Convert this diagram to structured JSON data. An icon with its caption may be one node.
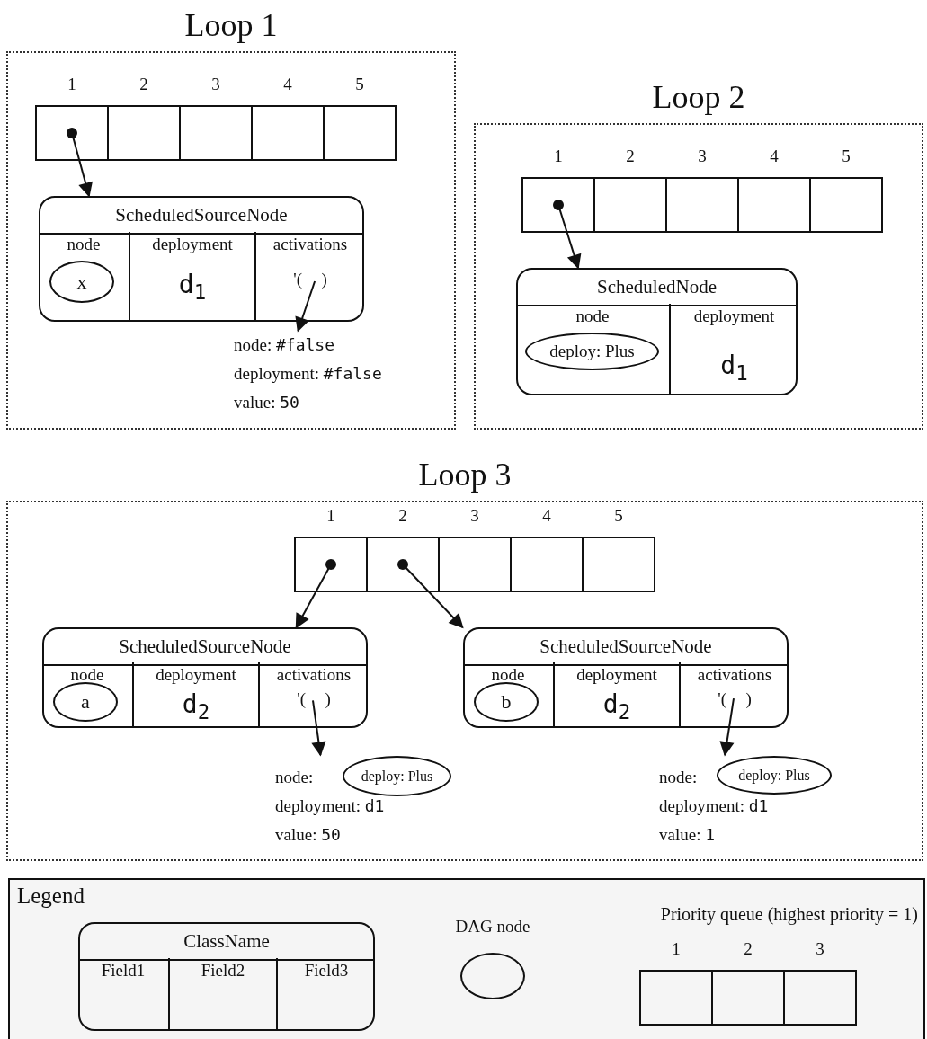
{
  "diagram": {
    "nodes": [
      {
        "text": [
          "Loop 1"
        ]
      },
      {
        "text": [],
        "shape": "box",
        "beside": [
          "1"
        ],
        "in": 0
      },
      {
        "text": [],
        "shape": "box",
        "beside": [
          "2"
        ],
        "in": 0
      },
      {
        "text": [],
        "shape": "box",
        "beside": [
          "3"
        ],
        "in": 0
      },
      {
        "text": [],
        "shape": "box",
        "beside": [
          "4"
        ],
        "in": 0
      },
      {
        "text": [],
        "shape": "box",
        "beside": [
          "5"
        ],
        "in": 0
      },
      {
        "text": [
          "ScheduledSourceNode"
        ],
        "in": 0
      },
      {
        "text": [
          "node"
        ],
        "in": 6
      },
      {
        "text": [
          "x"
        ],
        "in": 7
      },
      {
        "text": [
          "deployment",
          "d$_{1}$"
        ],
        "in": 6
      },
      {
        "text": [
          "activations",
          "'(  )"
        ],
        "in": 6
      },
      {
        "text": [
          "node: #false",
          "deployment: #false",
          "value: 50"
        ],
        "in": 0
      },
      {
        "text": [
          "Loop 2"
        ]
      },
      {
        "text": [],
        "shape": "box",
        "beside": [
          "1"
        ],
        "in": 12
      },
      {
        "text": [],
        "shape": "box",
        "beside": [
          "2"
        ],
        "in": 12
      },
      {
        "text": [],
        "shape": "box",
        "beside": [
          "3"
        ],
        "in": 12
      },
      {
        "text": [],
        "shape": "box",
        "beside": [
          "4"
        ],
        "in": 12
      },
      {
        "text": [],
        "shape": "box",
        "beside": [
          "5"
        ],
        "in": 12
      },
      {
        "text": [
          "ScheduledNode"
        ],
        "in": 12
      },
      {
        "text": [
          "node"
        ],
        "in": 18
      },
      {
        "text": [
          "deploy: Plus"
        ],
        "in": 19
      },
      {
        "text": [
          "deployment",
          "d$_{1}$"
        ],
        "in": 18
      },
      {
        "text": [
          "Loop 3"
        ]
      },
      {
        "text": [],
        "shape": "box",
        "beside": [
          "1"
        ],
        "in": 22
      },
      {
        "text": [],
        "shape": "box",
        "beside": [
          "2"
        ],
        "in": 22
      },
      {
        "text": [],
        "shape": "box",
        "beside": [
          "3"
        ],
        "in": 22
      },
      {
        "text": [],
        "shape": "box",
        "beside": [
          "4"
        ],
        "in": 22
      },
      {
        "text": [],
        "shape": "box",
        "beside": [
          "5"
        ],
        "in": 22
      },
      {
        "text": [
          "ScheduledSourceNode"
        ],
        "in": 22
      },
      {
        "text": [
          "node"
        ],
        "in": 28
      },
      {
        "text": [
          "a"
        ],
        "in": 29
      },
      {
        "text": [
          "deployment",
          "d$_{2}$"
        ],
        "in": 28
      },
      {
        "text": [
          "activations",
          "'(  )"
        ],
        "in": 28
      },
      {
        "text": [
          "ScheduledSourceNode"
        ],
        "in": 22
      },
      {
        "text": [
          "node"
        ],
        "in": 33
      },
      {
        "text": [
          "b"
        ],
        "in": 34
      },
      {
        "text": [
          "deployment",
          "d$_{2}$"
        ],
        "in": 33
      },
      {
        "text": [
          "activations",
          "'(  )"
        ],
        "in": 33
      },
      {
        "text": [
          "node:",
          "deployment: d1",
          "value: 50"
        ],
        "in": 22
      },
      {
        "text": [
          "deploy: Plus"
        ],
        "in": 38
      },
      {
        "text": [
          "node:",
          "deployment: d1",
          "value: 1"
        ],
        "in": 22
      },
      {
        "text": [
          "deploy: Plus"
        ],
        "in": 40
      },
      {
        "text": [
          "Legend"
        ]
      },
      {
        "text": [
          "ClassName"
        ],
        "in": 42
      },
      {
        "text": [
          "Field1"
        ],
        "in": 43
      },
      {
        "text": [
          "Field2"
        ],
        "in": 43
      },
      {
        "text": [
          "Field3"
        ],
        "in": 43
      },
      {
        "text": [],
        "shape": "circle",
        "beside": [
          "DAG node"
        ],
        "in": 42
      },
      {
        "text": [],
        "shape": "box",
        "beside": [
          "1"
        ],
        "in": 42
      },
      {
        "text": [],
        "shape": "box",
        "beside": [
          "2"
        ],
        "in": 42
      },
      {
        "text": [],
        "shape": "box",
        "beside": [
          "3"
        ],
        "in": 42
      }
    ],
    "edges": [
      {
        "from": 1,
        "to": 6,
        "arrow": "to"
      },
      {
        "from": 10,
        "to": 11,
        "arrow": "to"
      },
      {
        "from": 13,
        "to": 18,
        "arrow": "to"
      },
      {
        "from": 23,
        "to": 28,
        "arrow": "to"
      },
      {
        "from": 24,
        "to": 33,
        "arrow": "to"
      },
      {
        "from": 32,
        "to": 38,
        "arrow": "to"
      },
      {
        "from": 37,
        "to": 40,
        "arrow": "to"
      }
    ],
    "labels": [
      "Priority queue (highest priority = 1)"
    ]
  }
}
